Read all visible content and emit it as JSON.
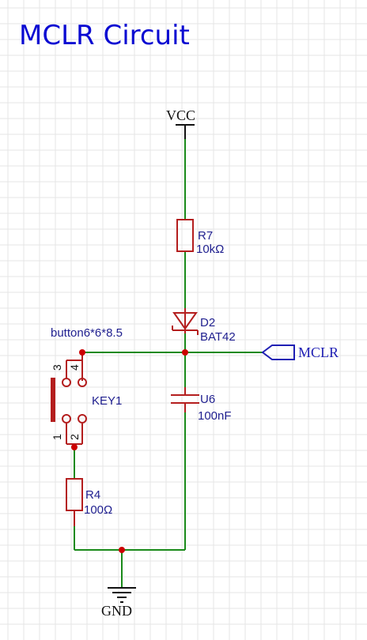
{
  "title": "MCLR Circuit",
  "power": {
    "vcc": "VCC",
    "gnd": "GND"
  },
  "port": {
    "mclr": "MCLR"
  },
  "components": {
    "r7": {
      "ref": "R7",
      "value": "10kΩ"
    },
    "d2": {
      "ref": "D2",
      "value": "BAT42"
    },
    "u6": {
      "ref": "U6",
      "value": "100nF"
    },
    "r4": {
      "ref": "R4",
      "value": "100Ω"
    },
    "key1": {
      "ref": "KEY1",
      "footprint": "button6*6*8.5",
      "pins": [
        "3",
        "4",
        "1",
        "2"
      ]
    }
  },
  "colors": {
    "wire": "#1a8a1a",
    "component": "#b41e1e",
    "junction": "#cc0000",
    "label": "#1f1f8f",
    "title": "#0a0ad2",
    "port": "#1f1fb4"
  }
}
